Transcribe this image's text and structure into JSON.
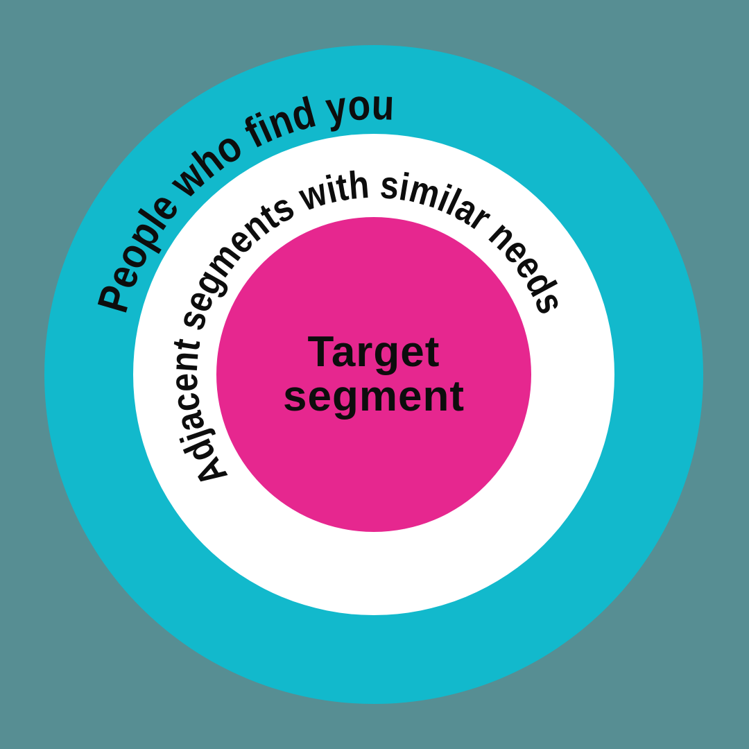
{
  "diagram": {
    "background_color": "#578E93",
    "label_color": "#0D0D0D",
    "outer_ring": {
      "label": "People who find you",
      "color": "#12B9CC"
    },
    "middle_ring": {
      "label": "Adjacent segments with similar needs",
      "color": "#FFFFFF"
    },
    "center": {
      "label": "Target segment",
      "lines": [
        "Target",
        "segment"
      ],
      "color": "#E6278F"
    }
  }
}
